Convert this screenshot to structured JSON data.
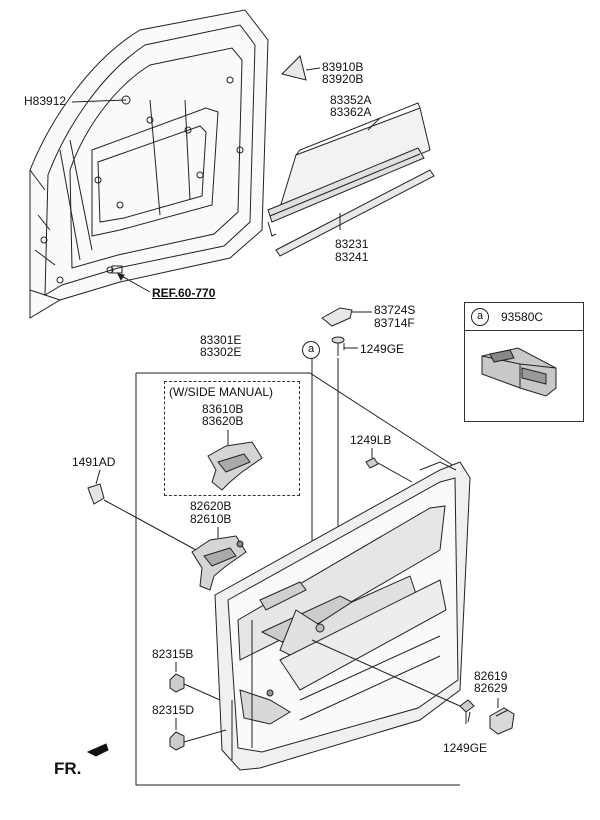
{
  "labels": {
    "h83912": "H83912",
    "p83910b": "83910B",
    "p83920b": "83920B",
    "p83352a": "83352A",
    "p83362a": "83362A",
    "p83231": "83231",
    "p83241": "83241",
    "ref": "REF.60-770",
    "p83724s": "83724S",
    "p83714f": "83714F",
    "p1249ge_top": "1249GE",
    "p83301e": "83301E",
    "p83302e": "83302E",
    "side_manual": "(W/SIDE MANUAL)",
    "p83610b": "83610B",
    "p83620b": "83620B",
    "p1491ad": "1491AD",
    "p1249lb": "1249LB",
    "p82620b": "82620B",
    "p82610b": "82610B",
    "p82315b": "82315B",
    "p82315d": "82315D",
    "p82619": "82619",
    "p82629": "82629",
    "p1249ge_bottom": "1249GE",
    "p93580c": "93580C",
    "circle_a": "a",
    "fr": "FR."
  },
  "colors": {
    "line": "#222222",
    "fill_light": "#eeeeee",
    "fill_mid": "#d0d0d0",
    "fill_dark": "#9a9a9a"
  }
}
